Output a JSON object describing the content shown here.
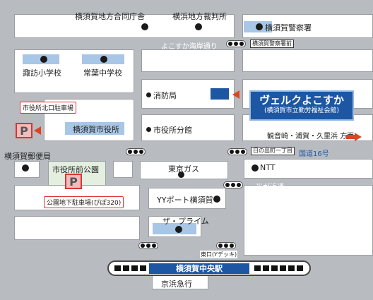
{
  "roads": {
    "yokosuka_kaigan": "よこすか海岸通り",
    "route16": "国道16号",
    "beisu_hama": "米が浜通"
  },
  "crossings": {
    "police_front": "横須賀警察署前",
    "hinode_1chome": "日の出町一丁目"
  },
  "buildings": {
    "gov_office": "横須賀地方合同庁舎",
    "district_court": "横浜地方裁判所",
    "police": "横須賀警察署",
    "suwa_school": "諏訪小学校",
    "tokiwa_school": "常葉中学校",
    "fire_station": "消防局",
    "city_hall": "横須賀市役所",
    "city_annex": "市役所分館",
    "post_office": "横須賀郵便局",
    "park": "市役所前公園",
    "tokyo_gas": "東京ガス",
    "ntt": "NTT",
    "yy_port": "YYポート横須賀",
    "the_prime": "ザ・プライム"
  },
  "parking": {
    "north": "市役所北口駐車場",
    "underground": "公園地下駐車場(ぴぽ320)",
    "p_mark": "P"
  },
  "venue": {
    "name": "ヴェルクよこすか",
    "sub": "(横須賀市立勤労福祉会館)"
  },
  "direction": "観音崎・浦賀・久里浜 方面",
  "station": {
    "name": "横須賀中央駅",
    "line": "京浜急行",
    "exit": "東口(Yデッキ)"
  },
  "colors": {
    "road": "#b8bcc0",
    "building": "#a8c6e6",
    "venue": "#1d57a4",
    "parking": "#d33"
  }
}
